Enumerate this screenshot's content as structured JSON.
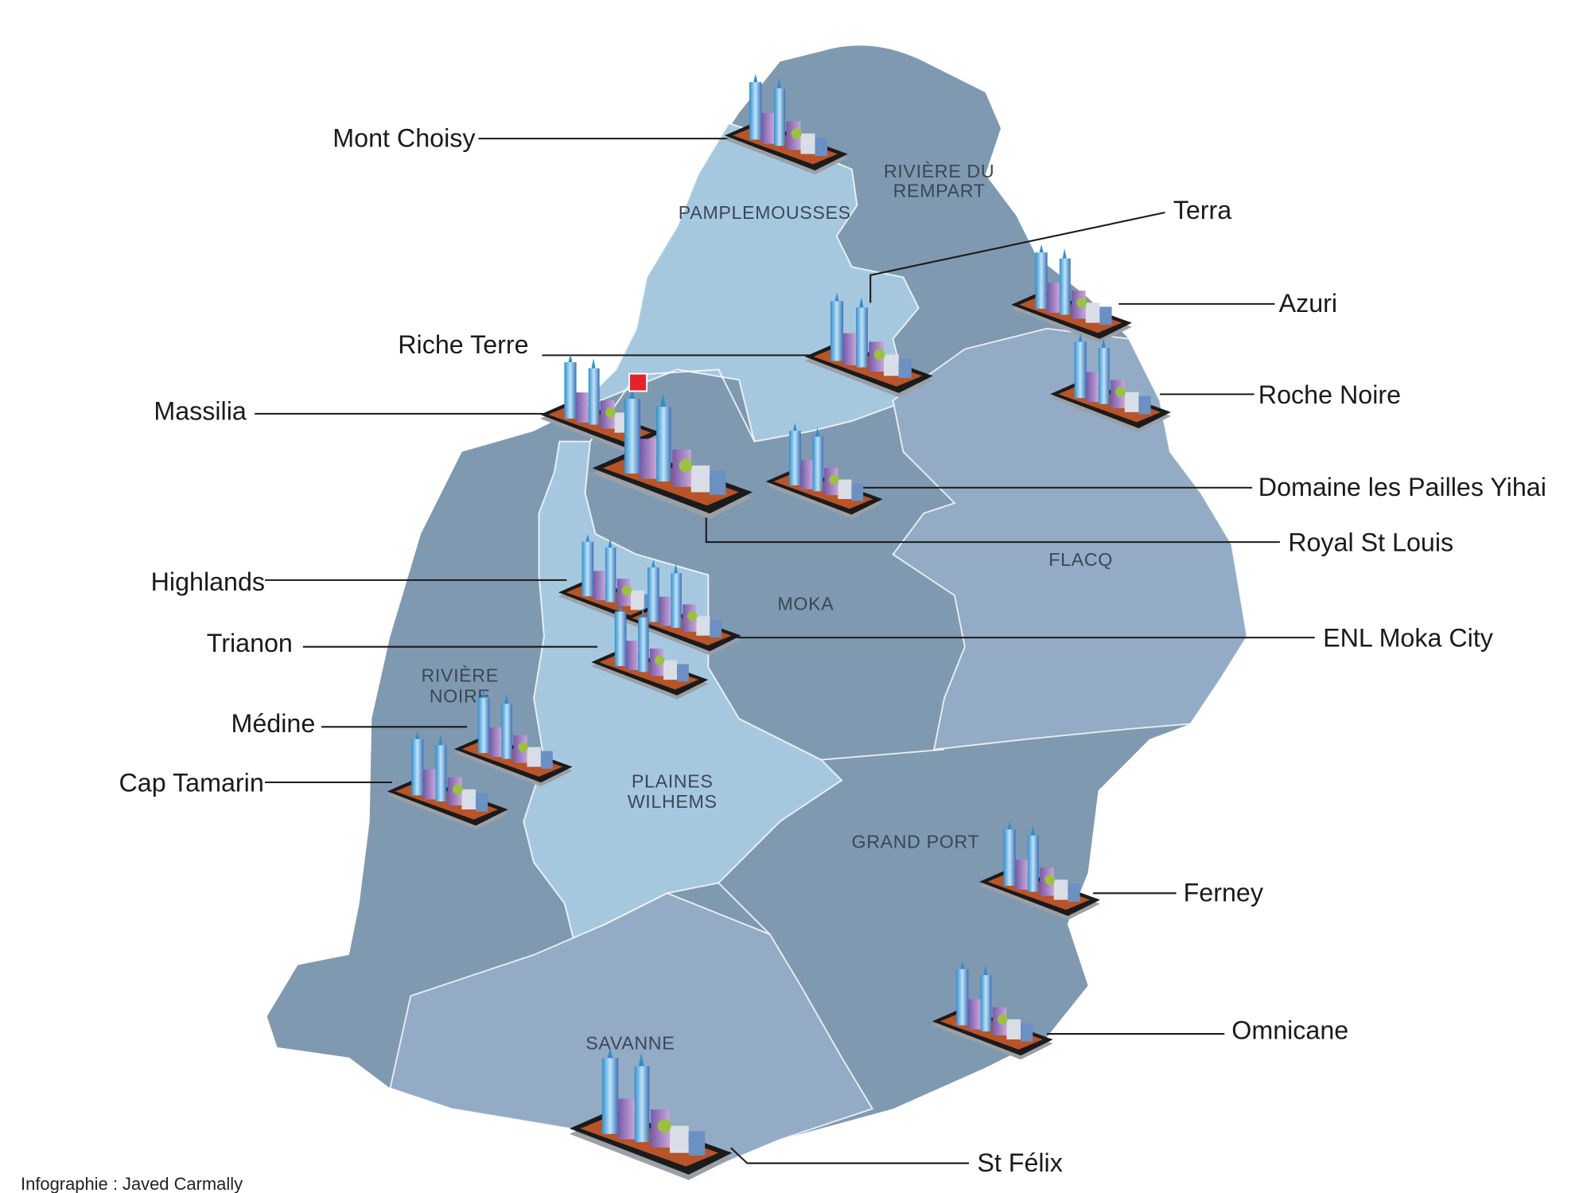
{
  "map": {
    "regions": {
      "pamplemousses": "PAMPLEMOUSSES",
      "riviere_du_rempart": [
        "RIVIÈRE DU",
        "REMPART"
      ],
      "flacq": "FLACQ",
      "moka": "MOKA",
      "riviere_noire": [
        "RIVIÈRE",
        "NOIRE"
      ],
      "plaines_wilhems": [
        "PLAINES",
        "WILHEMS"
      ],
      "grand_port": "GRAND PORT",
      "savanne": "SAVANNE"
    },
    "locations": {
      "mont_choisy": "Mont Choisy",
      "terra": "Terra",
      "azuri": "Azuri",
      "riche_terre": "Riche Terre",
      "roche_noire": "Roche Noire",
      "massilia": "Massilia",
      "domaine_les_pailles": "Domaine les Pailles Yihai",
      "royal_st_louis": "Royal St Louis",
      "highlands": "Highlands",
      "enl_moka_city": "ENL Moka City",
      "trianon": "Trianon",
      "medine": "Médine",
      "cap_tamarin": "Cap Tamarin",
      "ferney": "Ferney",
      "omnicane": "Omnicane",
      "st_felix": "St Félix"
    },
    "colors": {
      "dark_region": "#7f99b0",
      "mid_region": "#93abc5",
      "light_region": "#a6c8df",
      "marker": "#e3232b"
    }
  },
  "credit": "Infographie : Javed Carmally"
}
